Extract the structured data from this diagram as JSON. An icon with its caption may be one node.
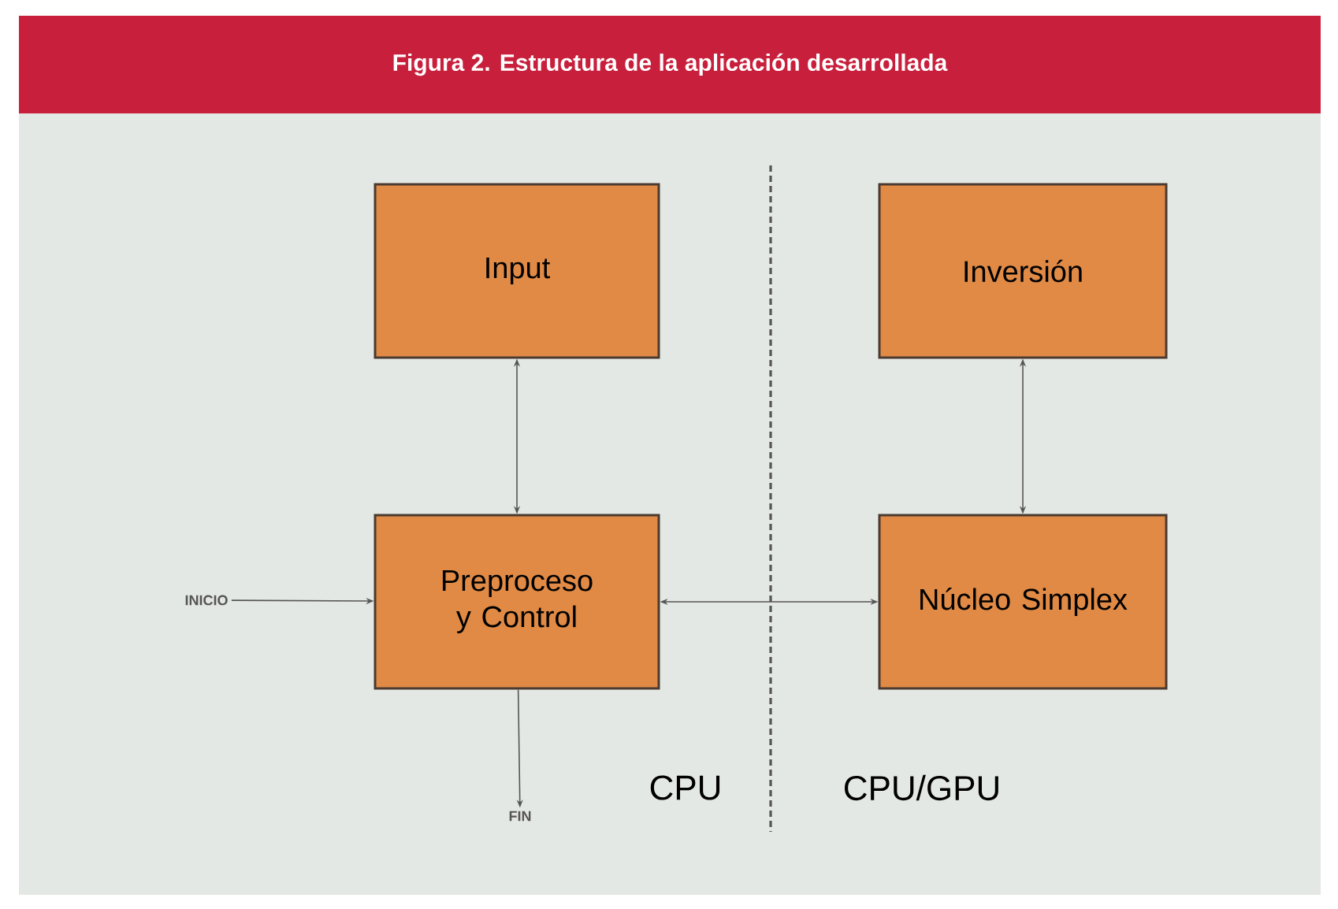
{
  "diagram": {
    "title": "Figura 2. Estructura de la aplicación desarrollada",
    "nodes": [
      {
        "text": [
          "Input"
        ]
      },
      {
        "text": [
          "Preproceso y Control"
        ]
      },
      {
        "text": [
          "Inversión"
        ]
      },
      {
        "text": [
          "Núcleo Simplex"
        ]
      },
      {
        "text": [
          "INICIO"
        ]
      },
      {
        "text": [
          "FIN"
        ]
      }
    ],
    "edges": [
      {
        "from": 0,
        "to": 1,
        "arrow": "both"
      },
      {
        "from": 4,
        "to": 1,
        "arrow": "to"
      },
      {
        "from": 1,
        "to": 3,
        "arrow": "both"
      },
      {
        "from": 2,
        "to": 3,
        "arrow": "both"
      },
      {
        "from": 1,
        "to": 5,
        "arrow": "to"
      }
    ],
    "labels": [
      "CPU",
      "CPU/GPU"
    ]
  }
}
